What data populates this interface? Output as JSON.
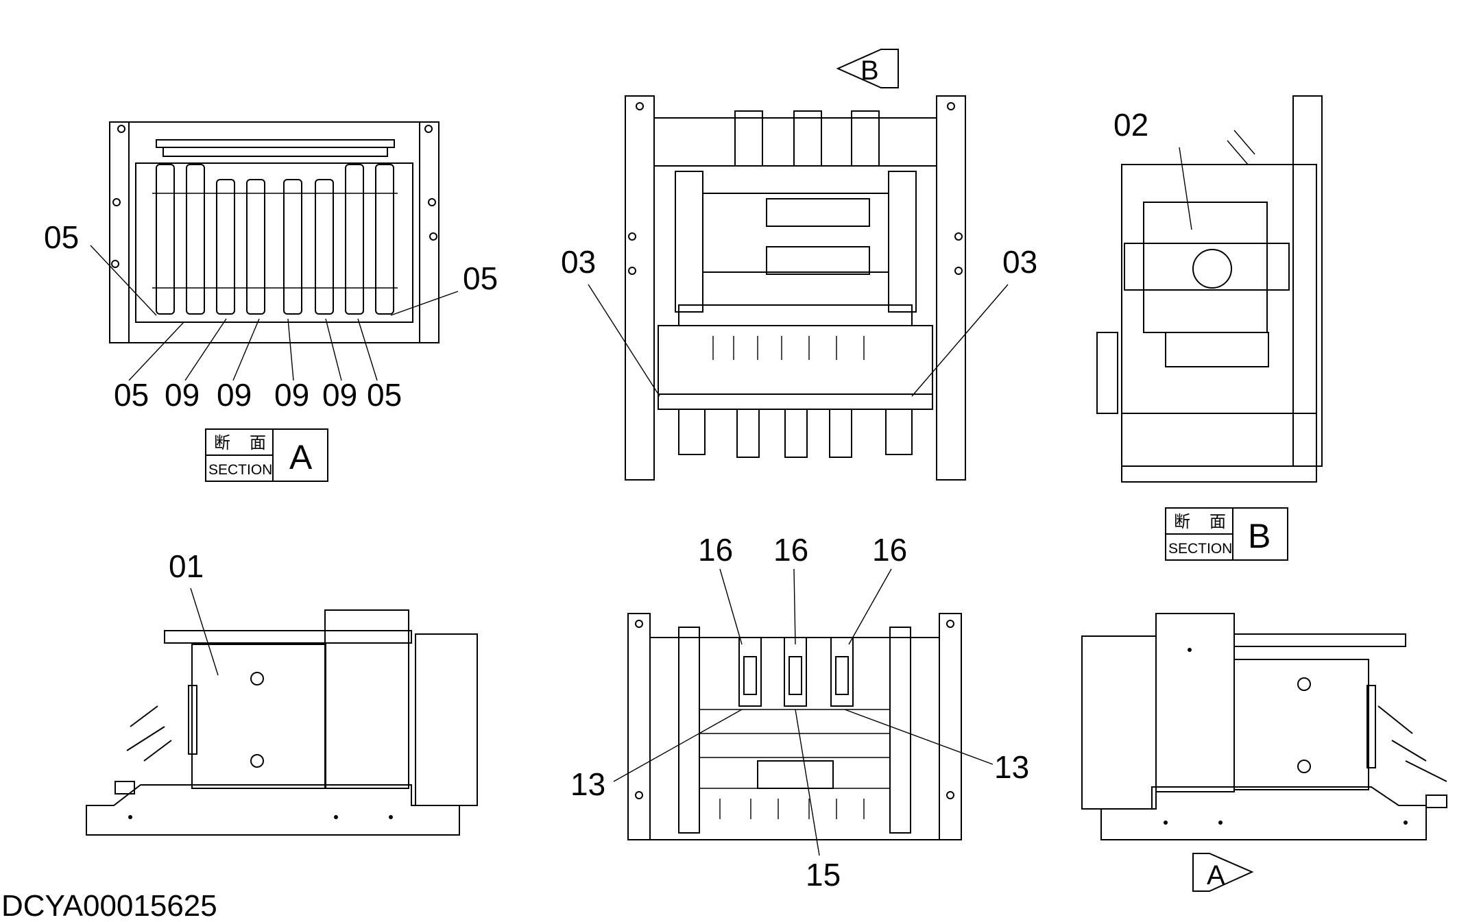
{
  "document_id": "DCYA00015625",
  "callouts": {
    "v1_05a": "05",
    "v1_05b": "05",
    "v1_05c": "05",
    "v1_05d": "05",
    "v1_09a": "09",
    "v1_09b": "09",
    "v1_09c": "09",
    "v1_09d": "09",
    "v2_03a": "03",
    "v2_03b": "03",
    "v3_02": "02",
    "v4_01": "01",
    "v5_16a": "16",
    "v5_16b": "16",
    "v5_16c": "16",
    "v5_13a": "13",
    "v5_13b": "13",
    "v5_15": "15"
  },
  "view_arrows": {
    "top": "B",
    "bottom": "A"
  },
  "section_a": {
    "cjk_left": "断",
    "cjk_right": "面",
    "word": "SECTION",
    "letter": "A"
  },
  "section_b": {
    "cjk_left": "断",
    "cjk_right": "面",
    "word": "SECTION",
    "letter": "B"
  }
}
